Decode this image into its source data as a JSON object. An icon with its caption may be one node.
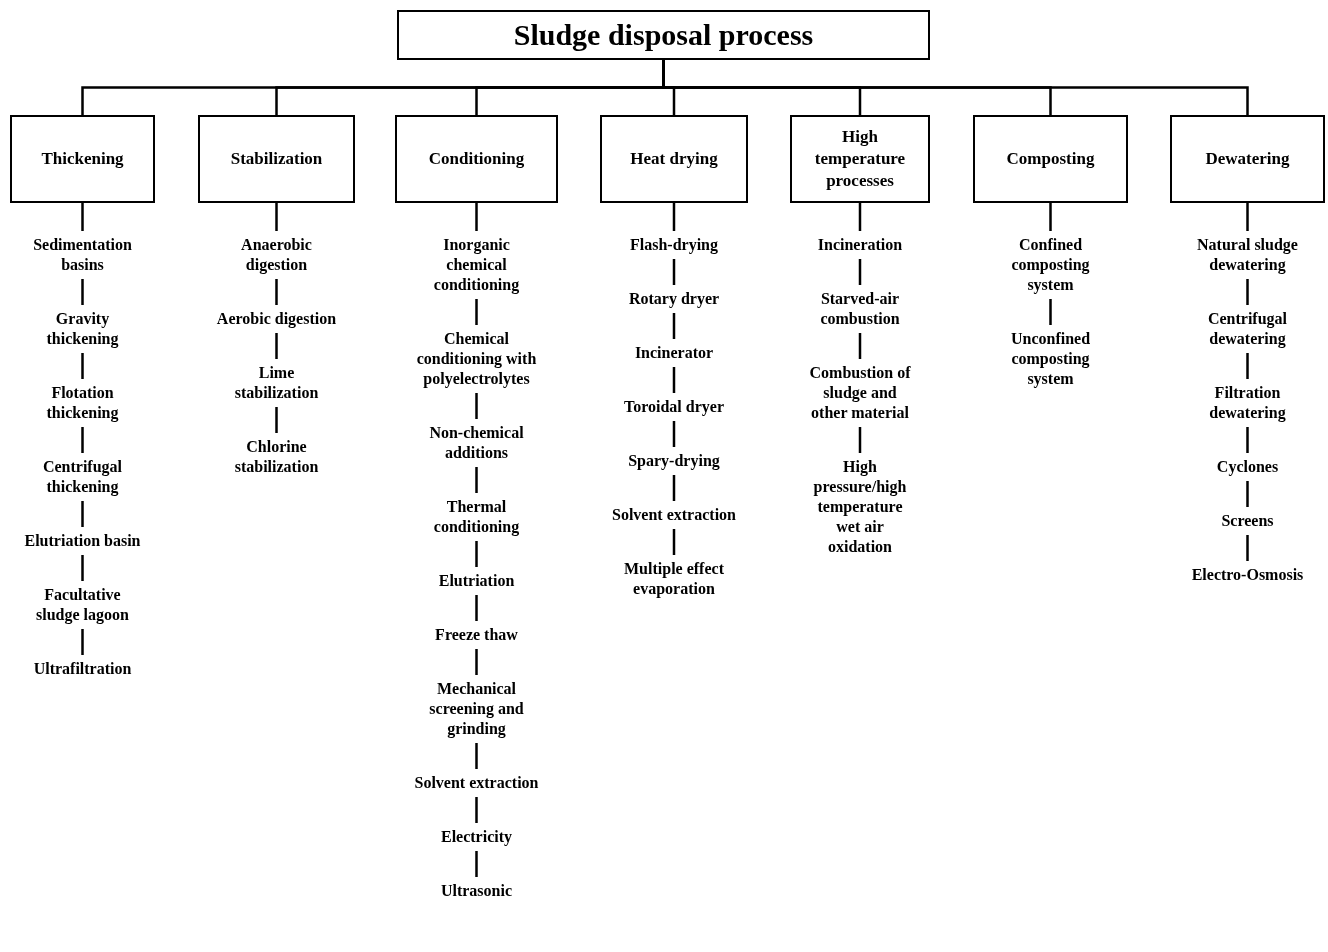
{
  "diagram": {
    "nodes": [
      {
        "text": [
          "Sludge disposal process"
        ]
      },
      {
        "text": [
          "Thickening"
        ]
      },
      {
        "text": [
          "Stabilization"
        ]
      },
      {
        "text": [
          "Conditioning"
        ]
      },
      {
        "text": [
          "Heat drying"
        ]
      },
      {
        "text": [
          "High temperature processes"
        ]
      },
      {
        "text": [
          "Composting"
        ]
      },
      {
        "text": [
          "Dewatering"
        ]
      },
      {
        "text": [
          "Sedimentation basins"
        ]
      },
      {
        "text": [
          "Gravity thickening"
        ]
      },
      {
        "text": [
          "Flotation thickening"
        ]
      },
      {
        "text": [
          "Centrifugal thickening"
        ]
      },
      {
        "text": [
          "Elutriation basin"
        ]
      },
      {
        "text": [
          "Facultative sludge lagoon"
        ]
      },
      {
        "text": [
          "Ultrafiltration"
        ]
      },
      {
        "text": [
          "Anaerobic digestion"
        ]
      },
      {
        "text": [
          "Aerobic digestion"
        ]
      },
      {
        "text": [
          "Lime stabilization"
        ]
      },
      {
        "text": [
          "Chlorine stabilization"
        ]
      },
      {
        "text": [
          "Inorganic chemical conditioning"
        ]
      },
      {
        "text": [
          "Chemical conditioning with polyelectrolytes"
        ]
      },
      {
        "text": [
          "Non-chemical additions"
        ]
      },
      {
        "text": [
          "Thermal conditioning"
        ]
      },
      {
        "text": [
          "Elutriation"
        ]
      },
      {
        "text": [
          "Freeze thaw"
        ]
      },
      {
        "text": [
          "Mechanical screening and grinding"
        ]
      },
      {
        "text": [
          "Solvent extraction"
        ]
      },
      {
        "text": [
          "Electricity"
        ]
      },
      {
        "text": [
          "Ultrasonic"
        ]
      },
      {
        "text": [
          "Flash-drying"
        ]
      },
      {
        "text": [
          "Rotary dryer"
        ]
      },
      {
        "text": [
          "Incinerator"
        ]
      },
      {
        "text": [
          "Toroidal dryer"
        ]
      },
      {
        "text": [
          "Spary-drying"
        ]
      },
      {
        "text": [
          "Solvent extraction"
        ]
      },
      {
        "text": [
          "Multiple effect evaporation"
        ]
      },
      {
        "text": [
          "Incineration"
        ]
      },
      {
        "text": [
          "Starved-air combustion"
        ]
      },
      {
        "text": [
          "Combustion of sludge and other material"
        ]
      },
      {
        "text": [
          "High pressure/high temperature wet air oxidation"
        ]
      },
      {
        "text": [
          "Confined composting system"
        ]
      },
      {
        "text": [
          "Unconfined composting system"
        ]
      },
      {
        "text": [
          "Natural sludge dewatering"
        ]
      },
      {
        "text": [
          "Centrifugal dewatering"
        ]
      },
      {
        "text": [
          "Filtration dewatering"
        ]
      },
      {
        "text": [
          "Cyclones"
        ]
      },
      {
        "text": [
          "Screens"
        ]
      },
      {
        "text": [
          "Electro-Osmosis"
        ]
      }
    ],
    "edges": [
      {
        "from": 0,
        "to": 1,
        "arrow": "none"
      },
      {
        "from": 0,
        "to": 2,
        "arrow": "none"
      },
      {
        "from": 0,
        "to": 3,
        "arrow": "none"
      },
      {
        "from": 0,
        "to": 4,
        "arrow": "none"
      },
      {
        "from": 0,
        "to": 5,
        "arrow": "none"
      },
      {
        "from": 0,
        "to": 6,
        "arrow": "none"
      },
      {
        "from": 0,
        "to": 7,
        "arrow": "none"
      },
      {
        "from": 1,
        "to": 8,
        "arrow": "none"
      },
      {
        "from": 8,
        "to": 9,
        "arrow": "none"
      },
      {
        "from": 9,
        "to": 10,
        "arrow": "none"
      },
      {
        "from": 10,
        "to": 11,
        "arrow": "none"
      },
      {
        "from": 11,
        "to": 12,
        "arrow": "none"
      },
      {
        "from": 12,
        "to": 13,
        "arrow": "none"
      },
      {
        "from": 13,
        "to": 14,
        "arrow": "none"
      },
      {
        "from": 2,
        "to": 15,
        "arrow": "none"
      },
      {
        "from": 15,
        "to": 16,
        "arrow": "none"
      },
      {
        "from": 16,
        "to": 17,
        "arrow": "none"
      },
      {
        "from": 17,
        "to": 18,
        "arrow": "none"
      },
      {
        "from": 3,
        "to": 19,
        "arrow": "none"
      },
      {
        "from": 19,
        "to": 20,
        "arrow": "none"
      },
      {
        "from": 20,
        "to": 21,
        "arrow": "none"
      },
      {
        "from": 21,
        "to": 22,
        "arrow": "none"
      },
      {
        "from": 22,
        "to": 23,
        "arrow": "none"
      },
      {
        "from": 23,
        "to": 24,
        "arrow": "none"
      },
      {
        "from": 24,
        "to": 25,
        "arrow": "none"
      },
      {
        "from": 25,
        "to": 26,
        "arrow": "none"
      },
      {
        "from": 26,
        "to": 27,
        "arrow": "none"
      },
      {
        "from": 27,
        "to": 28,
        "arrow": "none"
      },
      {
        "from": 4,
        "to": 29,
        "arrow": "none"
      },
      {
        "from": 29,
        "to": 30,
        "arrow": "none"
      },
      {
        "from": 30,
        "to": 31,
        "arrow": "none"
      },
      {
        "from": 31,
        "to": 32,
        "arrow": "none"
      },
      {
        "from": 32,
        "to": 33,
        "arrow": "none"
      },
      {
        "from": 33,
        "to": 34,
        "arrow": "none"
      },
      {
        "from": 34,
        "to": 35,
        "arrow": "none"
      },
      {
        "from": 5,
        "to": 36,
        "arrow": "none"
      },
      {
        "from": 36,
        "to": 37,
        "arrow": "none"
      },
      {
        "from": 37,
        "to": 38,
        "arrow": "none"
      },
      {
        "from": 38,
        "to": 39,
        "arrow": "none"
      },
      {
        "from": 6,
        "to": 40,
        "arrow": "none"
      },
      {
        "from": 40,
        "to": 41,
        "arrow": "none"
      },
      {
        "from": 7,
        "to": 42,
        "arrow": "none"
      },
      {
        "from": 42,
        "to": 43,
        "arrow": "none"
      },
      {
        "from": 43,
        "to": 44,
        "arrow": "none"
      },
      {
        "from": 44,
        "to": 45,
        "arrow": "none"
      },
      {
        "from": 45,
        "to": 46,
        "arrow": "none"
      },
      {
        "from": 46,
        "to": 47,
        "arrow": "none"
      }
    ]
  }
}
